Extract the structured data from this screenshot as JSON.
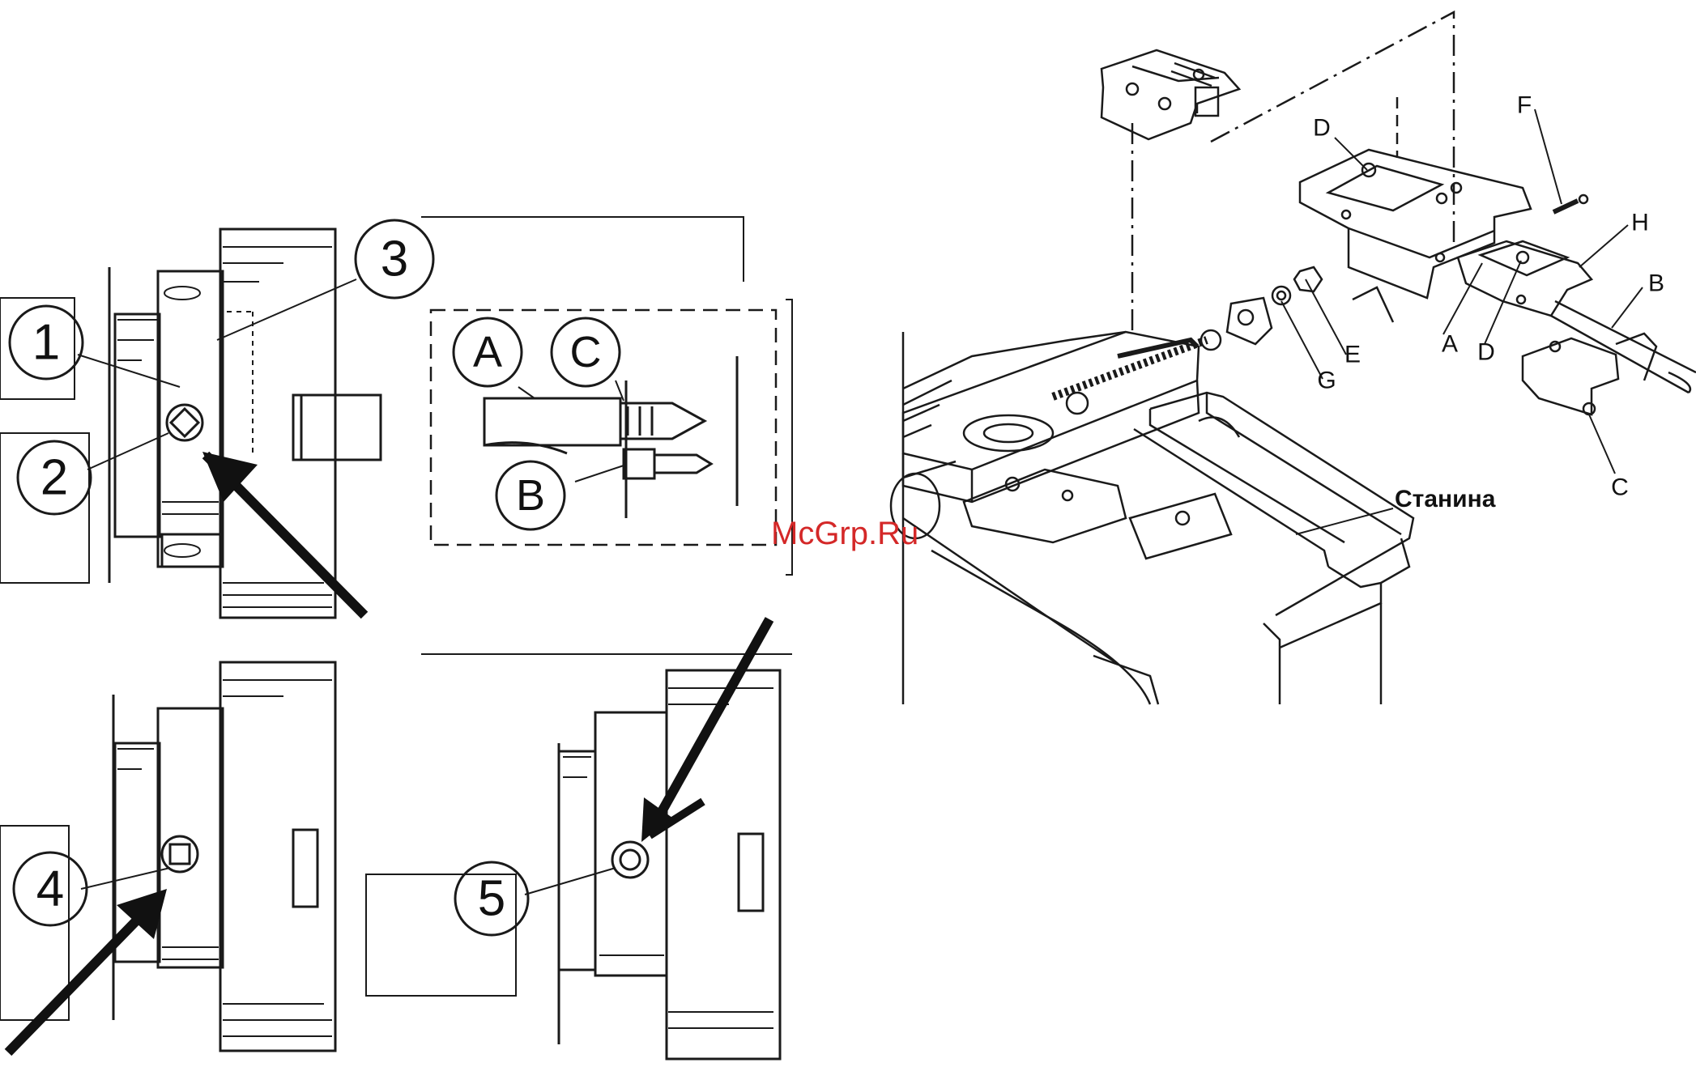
{
  "left_panel": {
    "callouts": [
      "1",
      "2",
      "3",
      "4",
      "5"
    ],
    "detail_labels": [
      "A",
      "B",
      "C"
    ]
  },
  "right_panel": {
    "part_labels": {
      "D_top": "D",
      "F": "F",
      "H": "H",
      "B": "B",
      "A": "A",
      "D_mid": "D",
      "E": "E",
      "G": "G",
      "C": "C"
    },
    "bed_label": "Станина"
  },
  "watermark": "McGrp.Ru",
  "colors": {
    "line": "#1a1a1a",
    "watermark": "#d42828",
    "background": "#ffffff"
  }
}
